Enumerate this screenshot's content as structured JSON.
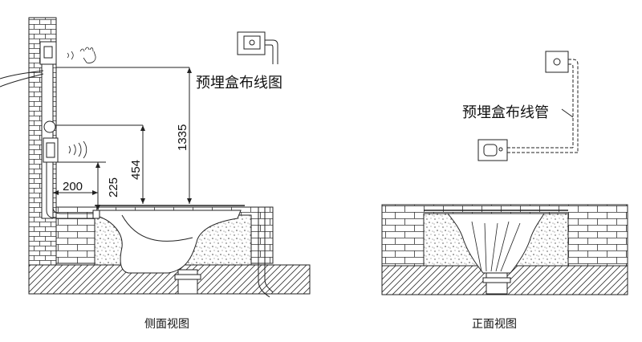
{
  "side_view": {
    "caption": "侧面视图",
    "callout": "预埋盒布线图",
    "dimensions": {
      "height_to_box": "1335",
      "height_to_sensor": "454",
      "height_to_valve": "225",
      "offset": "200"
    }
  },
  "front_view": {
    "caption": "正面视图",
    "callout": "预埋盒布线管"
  }
}
